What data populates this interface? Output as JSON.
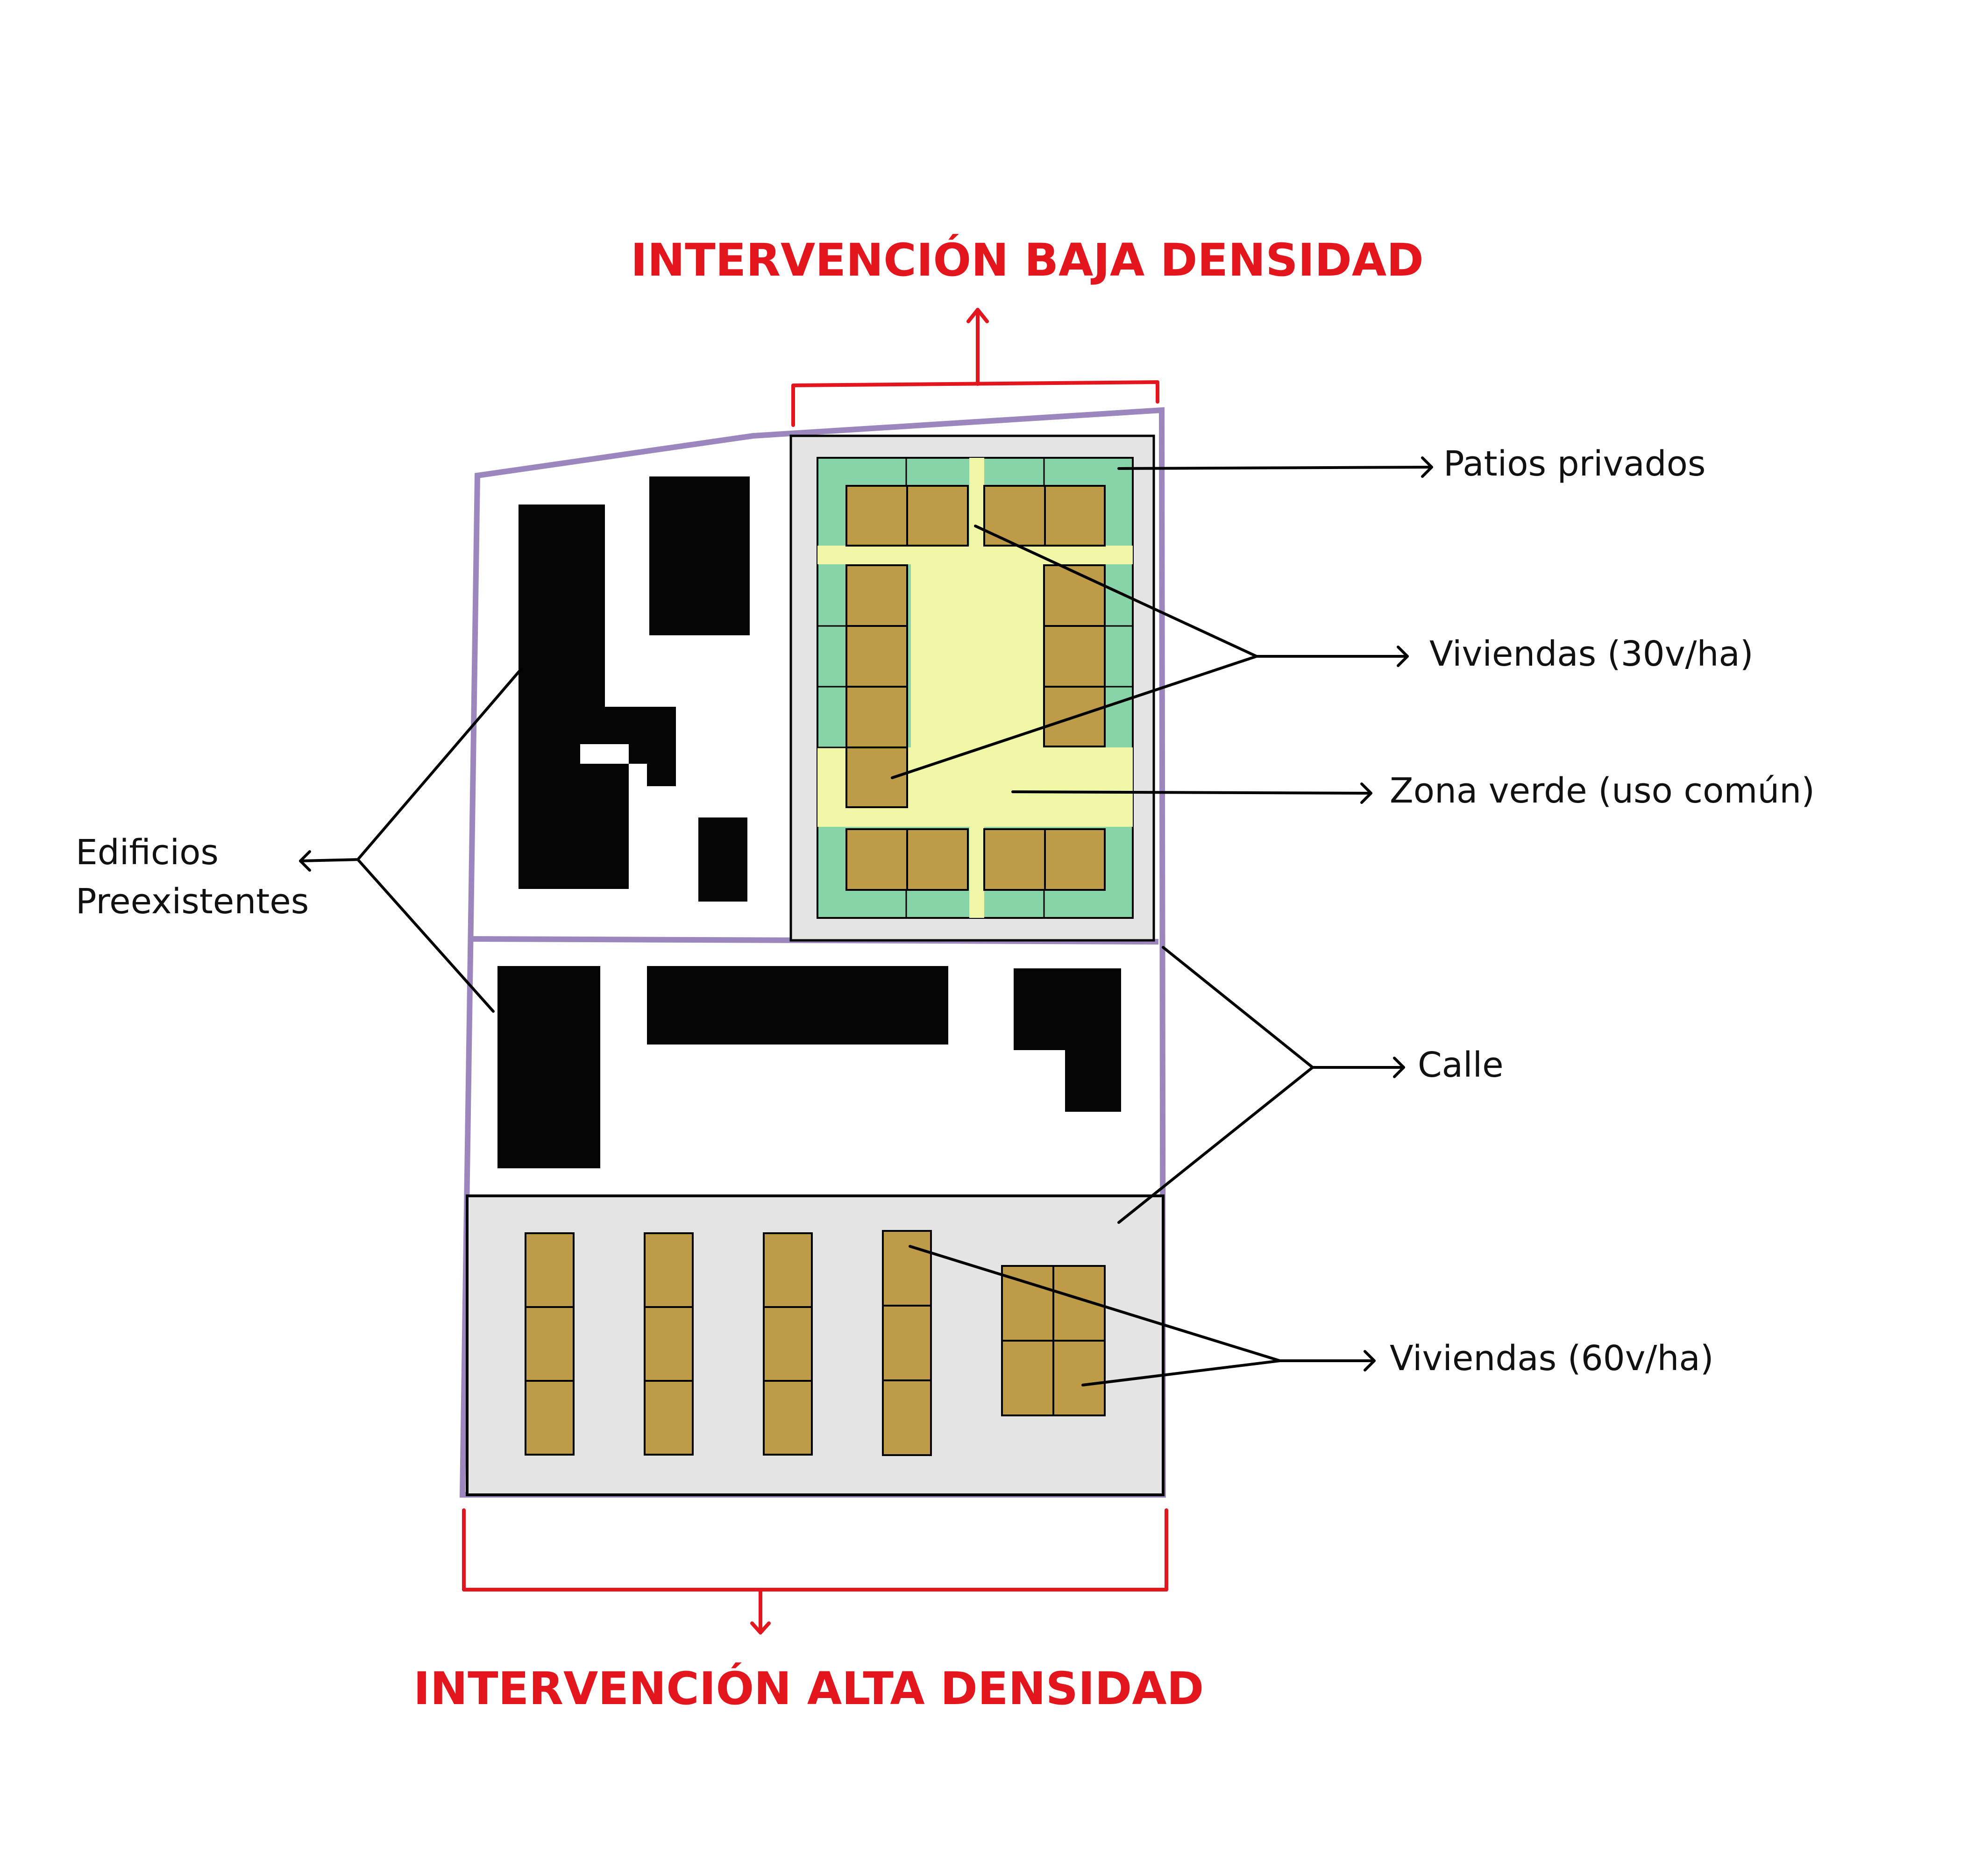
{
  "titles": {
    "top": "INTERVENCIÓN BAJA DENSIDAD",
    "bottom": "INTERVENCIÓN ALTA DENSIDAD"
  },
  "labels": {
    "edificios_line1": "Edificios",
    "edificios_line2": "Preexistentes",
    "patios": "Patios privados",
    "viviendas30": "Viviendas (30v/ha)",
    "zona_verde": "Zona verde (uso común)",
    "calle": "Calle",
    "viviendas60": "Viviendas (60v/ha)"
  },
  "colors": {
    "accent_red": "#e3161d",
    "site_outline": "#9b87bd",
    "existing_buildings": "#050505",
    "housing": "#bd9b47",
    "private_patios": "#87d4a8",
    "common_green": "#f1f5a6",
    "intervention_ground": "#e4e4e4"
  }
}
